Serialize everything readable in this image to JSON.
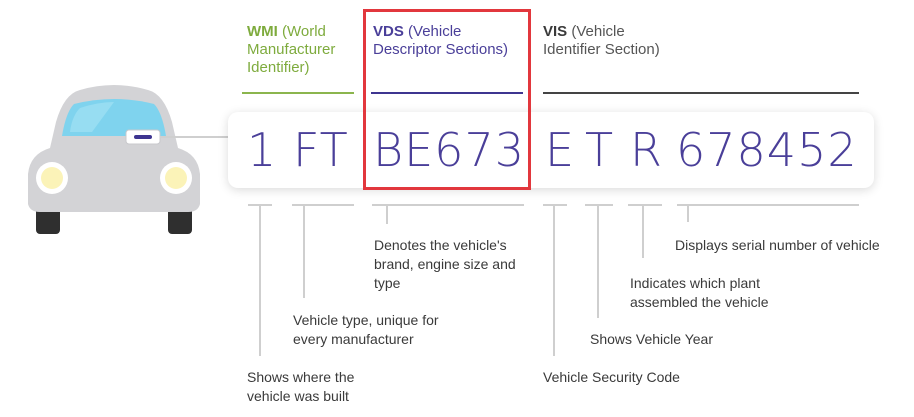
{
  "headers": {
    "wmi": {
      "code": "WMI",
      "desc": "(World Manufacturer Identifier)"
    },
    "vds": {
      "code": "VDS",
      "desc": "(Vehicle Descriptor Sections)"
    },
    "vis": {
      "code": "VIS",
      "desc": "(Vehicle Identifier Section)"
    }
  },
  "vin": {
    "seg1": "1",
    "seg2": "FT",
    "seg3": "BE673",
    "seg4": "E",
    "seg5": "T",
    "seg6": "R",
    "seg7": "678452"
  },
  "descriptions": {
    "country": "Shows where the vehicle was built",
    "type": "Vehicle type, unique for every manufacturer",
    "brand": "Denotes the vehicle's brand, engine size and type",
    "security": "Vehicle Security Code",
    "year": "Shows Vehicle Year",
    "plant": "Indicates which plant assembled the vehicle",
    "serial": "Displays serial number of vehicle"
  },
  "colors": {
    "wmi": "#7eab3d",
    "vds": "#4a3f99",
    "vis": "#3a3a3a",
    "highlight": "#e2373d",
    "car_body": "#d3d3d6",
    "car_window": "#7fd3ee"
  }
}
